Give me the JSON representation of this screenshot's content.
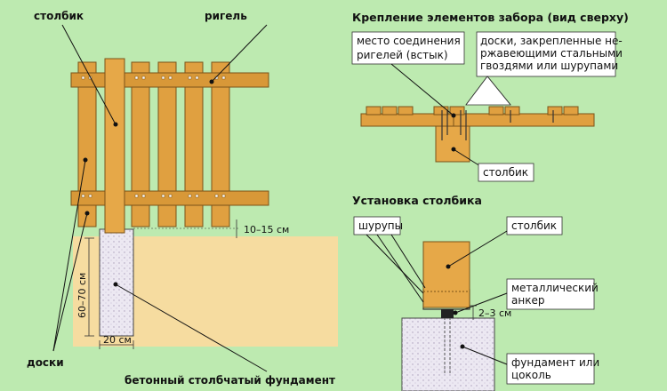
{
  "labels": {
    "stolbik_top": "столбик",
    "rigel": "ригель",
    "doski": "доски",
    "gap_10_15": "10–15 см",
    "depth_60_70": "60–70 см",
    "width_20": "20 см",
    "foundation_bottom": "бетонный столбчатый фундамент"
  },
  "top_view": {
    "title": "Крепление элементов забора (вид сверху)",
    "joint_line1": "место соединения",
    "joint_line2": "ригелей (встык)",
    "boards_line1": "доски, закрепленные не-",
    "boards_line2": "ржавеющими стальными",
    "boards_line3": "гвоздями или шурупами",
    "post_label": "столбик"
  },
  "install_view": {
    "title": "Установка столбика",
    "screws": "шурупы",
    "post_label": "столбик",
    "anchor_line1": "металлический",
    "anchor_line2": "анкер",
    "gap_2_3": "2–3 см",
    "foundation_line1": "фундамент или",
    "foundation_line2": "цоколь"
  },
  "colors": {
    "background": "#bdeab0",
    "wood": "#e0a040",
    "wood_dark": "#b8781e",
    "soil": "#f6dca0",
    "concrete": "#ece8f2",
    "label_box": "#ffffff"
  }
}
